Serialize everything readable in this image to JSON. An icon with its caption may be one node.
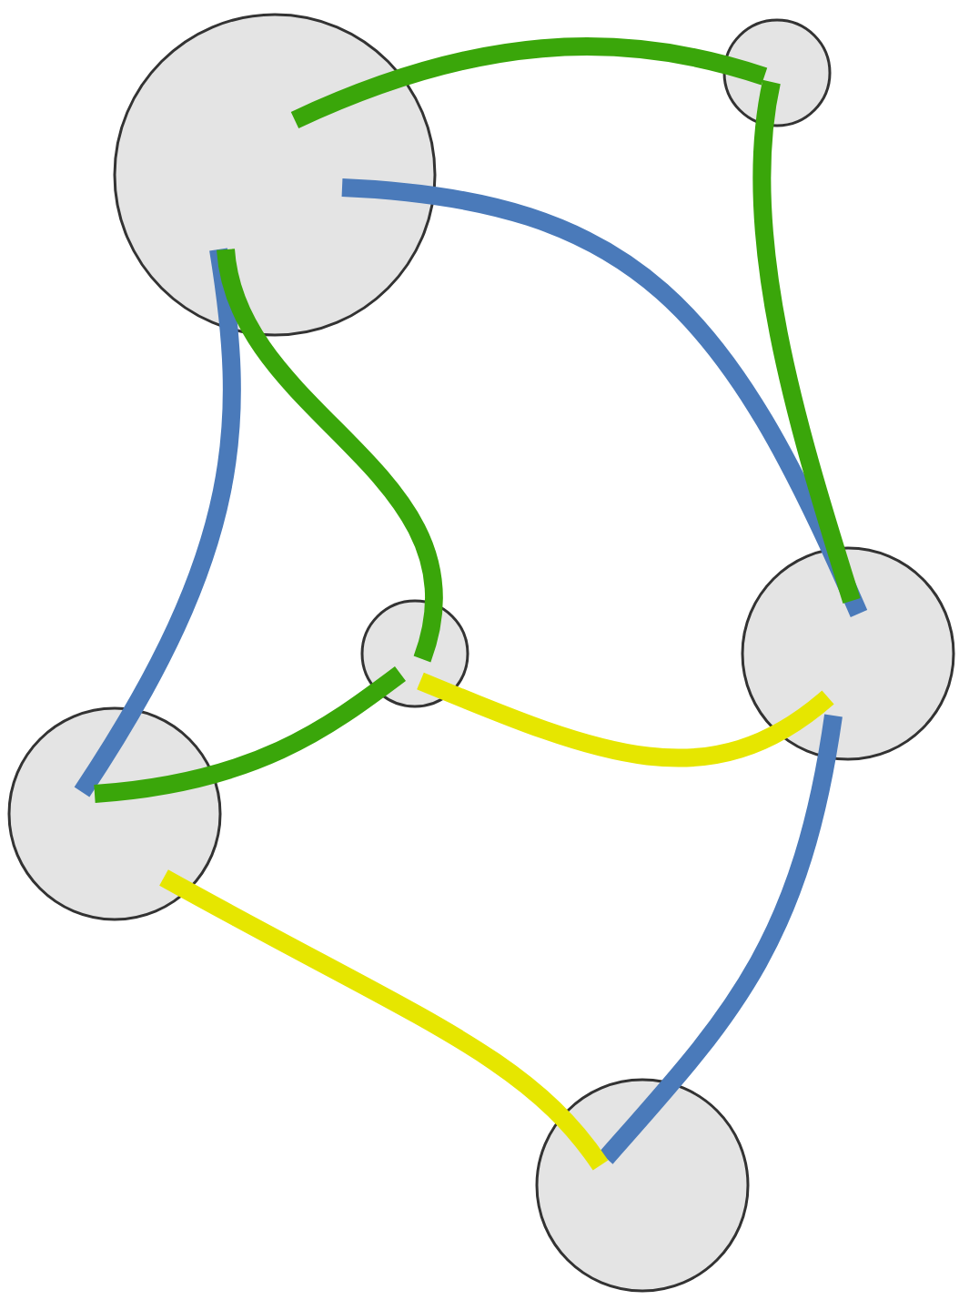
{
  "diagram": {
    "nodes": [
      {
        "text": [],
        "shape": "circle"
      },
      {
        "text": [],
        "shape": "circle"
      },
      {
        "text": [],
        "shape": "circle"
      },
      {
        "text": [],
        "shape": "circle"
      },
      {
        "text": [],
        "shape": "circle"
      },
      {
        "text": [],
        "shape": "circle"
      }
    ],
    "edges": [
      {
        "from": 0,
        "to": 1,
        "arrow": "none",
        "color": "#3aa60a"
      },
      {
        "from": 0,
        "to": 3,
        "arrow": "none",
        "color": "#4a7aba"
      },
      {
        "from": 1,
        "to": 3,
        "arrow": "none",
        "color": "#3aa60a"
      },
      {
        "from": 0,
        "to": 4,
        "arrow": "none",
        "color": "#4a7aba"
      },
      {
        "from": 0,
        "to": 2,
        "arrow": "none",
        "color": "#3aa60a"
      },
      {
        "from": 4,
        "to": 2,
        "arrow": "none",
        "color": "#3aa60a"
      },
      {
        "from": 2,
        "to": 3,
        "arrow": "none",
        "color": "#e6e600"
      },
      {
        "from": 3,
        "to": 5,
        "arrow": "none",
        "color": "#4a7aba"
      },
      {
        "from": 4,
        "to": 5,
        "arrow": "none",
        "color": "#e6e600"
      }
    ]
  }
}
